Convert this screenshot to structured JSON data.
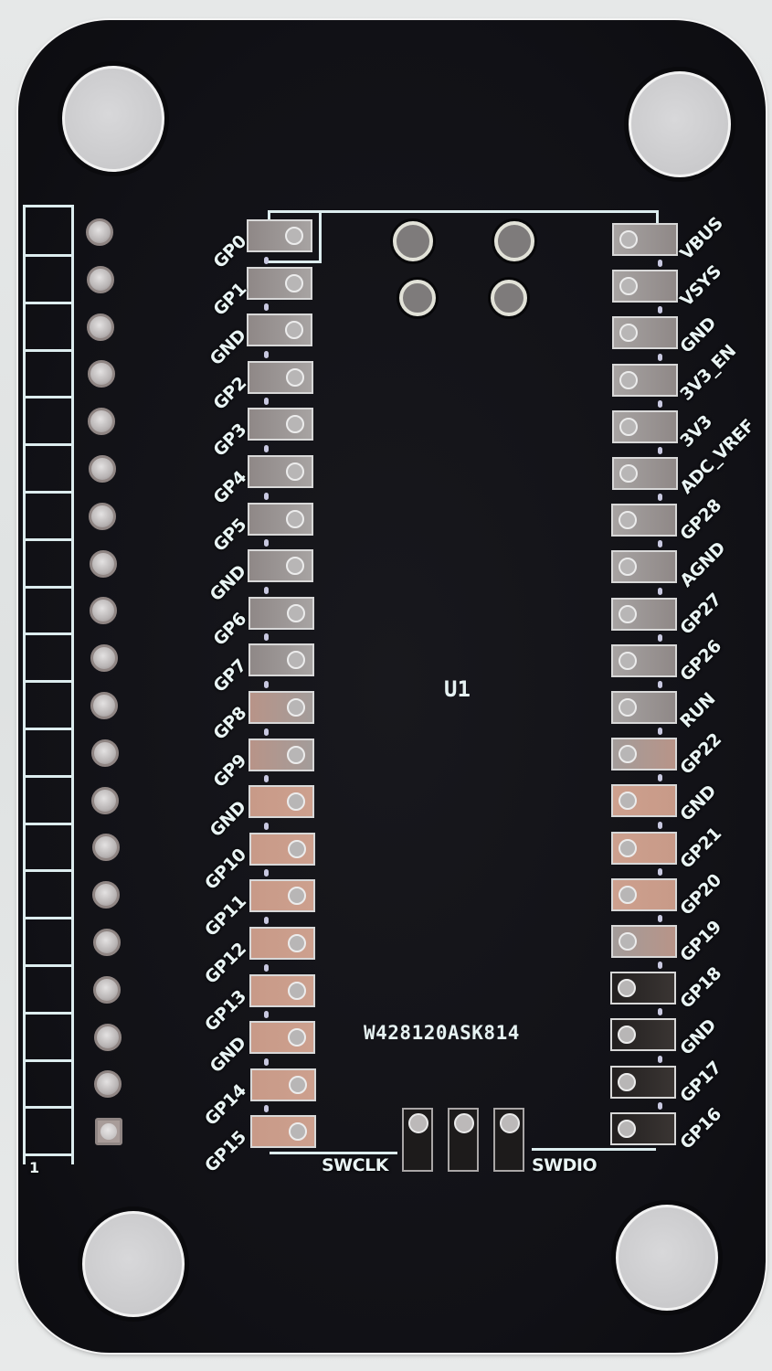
{
  "board": {
    "designator": "U1",
    "part_code": "W428120ASK814",
    "header_pin1_marker": "1",
    "swd_labels": {
      "left": "SWCLK",
      "right": "SWDIO"
    },
    "colors": {
      "solder_mask": "#111116",
      "silkscreen": "#e9f4f4",
      "pad_silver": "#9e9a99",
      "pad_copper": "#c89a88",
      "background": "#e2e4e4"
    }
  },
  "left_pins": [
    {
      "label": "GP0",
      "finish": "silver"
    },
    {
      "label": "GP1",
      "finish": "silver"
    },
    {
      "label": "GND",
      "finish": "silver"
    },
    {
      "label": "GP2",
      "finish": "silver"
    },
    {
      "label": "GP3",
      "finish": "silver"
    },
    {
      "label": "GP4",
      "finish": "silver"
    },
    {
      "label": "GP5",
      "finish": "silver"
    },
    {
      "label": "GND",
      "finish": "silver"
    },
    {
      "label": "GP6",
      "finish": "silver"
    },
    {
      "label": "GP7",
      "finish": "silver"
    },
    {
      "label": "GP8",
      "finish": "mixed"
    },
    {
      "label": "GP9",
      "finish": "mixed"
    },
    {
      "label": "GND",
      "finish": "copper"
    },
    {
      "label": "GP10",
      "finish": "copper"
    },
    {
      "label": "GP11",
      "finish": "copper"
    },
    {
      "label": "GP12",
      "finish": "copper"
    },
    {
      "label": "GP13",
      "finish": "copper"
    },
    {
      "label": "GND",
      "finish": "copper"
    },
    {
      "label": "GP14",
      "finish": "copper"
    },
    {
      "label": "GP15",
      "finish": "copper"
    }
  ],
  "right_pins": [
    {
      "label": "VBUS",
      "finish": "silver"
    },
    {
      "label": "VSYS",
      "finish": "silver"
    },
    {
      "label": "GND",
      "finish": "silver"
    },
    {
      "label": "3V3_EN",
      "finish": "silver"
    },
    {
      "label": "3V3",
      "finish": "silver"
    },
    {
      "label": "ADC_VREF",
      "finish": "silver"
    },
    {
      "label": "GP28",
      "finish": "silver"
    },
    {
      "label": "AGND",
      "finish": "silver"
    },
    {
      "label": "GP27",
      "finish": "silver"
    },
    {
      "label": "GP26",
      "finish": "silver"
    },
    {
      "label": "RUN",
      "finish": "silver"
    },
    {
      "label": "GP22",
      "finish": "mixed"
    },
    {
      "label": "GND",
      "finish": "copper"
    },
    {
      "label": "GP21",
      "finish": "copper"
    },
    {
      "label": "GP20",
      "finish": "copper"
    },
    {
      "label": "GP19",
      "finish": "mixed"
    },
    {
      "label": "GP18",
      "finish": "dark"
    },
    {
      "label": "GND",
      "finish": "dark"
    },
    {
      "label": "GP17",
      "finish": "dark"
    },
    {
      "label": "GP16",
      "finish": "dark"
    }
  ],
  "header": {
    "pin_count": 20
  }
}
